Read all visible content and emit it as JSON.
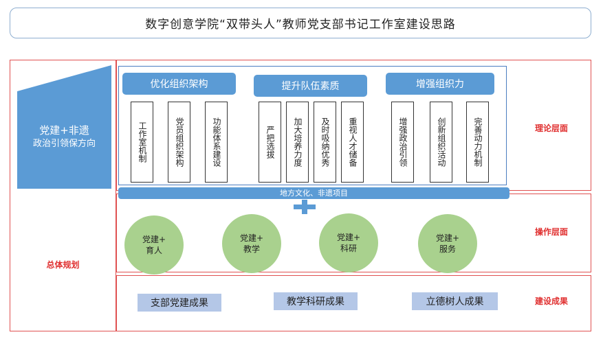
{
  "title": "数字创意学院“双带头人”教师党支部书记工作室建设思路",
  "left_panel": {
    "line1": "党建+非遗",
    "line2": "政治引领保方向",
    "overall_label": "总体规划",
    "color": "#5b9bd5"
  },
  "groups": [
    {
      "label": "优化组织架构",
      "items": [
        "工作室机制",
        "党员组织架构",
        "功能体系建设"
      ]
    },
    {
      "label": "提升队伍素质",
      "items": [
        "严把选拔",
        "加大培养力度",
        "及时吸纳优秀",
        "重视人才储备"
      ]
    },
    {
      "label": "增强组织力",
      "items": [
        "增强政治引领",
        "创新组织活动",
        "完善动力机制"
      ]
    }
  ],
  "band_label": "地方文化、非遗项目",
  "circles": [
    {
      "line1": "党建+",
      "line2": "育人"
    },
    {
      "line1": "党建+",
      "line2": "教学"
    },
    {
      "line1": "党建+",
      "line2": "科研"
    },
    {
      "line1": "党建+",
      "line2": "服务"
    }
  ],
  "results": [
    "支部党建成果",
    "教学科研成果",
    "立德树人成果"
  ],
  "row_labels": {
    "theory": "理论层面",
    "operation": "操作层面",
    "result": "建设成果"
  },
  "colors": {
    "accent_blue": "#5b9bd5",
    "circle_green": "#a9d18e",
    "result_blue": "#b4c7e7",
    "frame_red": "#e05050",
    "label_red": "#e03030"
  }
}
